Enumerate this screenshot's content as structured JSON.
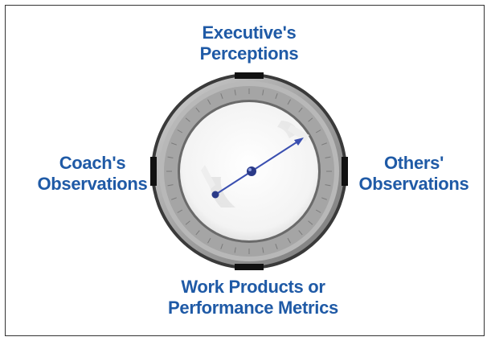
{
  "labels": {
    "top": [
      "Executive's",
      "Perceptions"
    ],
    "left": [
      "Coach's",
      "Observations"
    ],
    "right": [
      "Others'",
      "Observations"
    ],
    "bottom": [
      "Work Products or",
      "Performance Metrics"
    ]
  },
  "colors": {
    "label_text": "#1f5aa6",
    "needle": "#3a4fb0",
    "bezel_dark": "#3c3c3c",
    "marker": "#111111"
  },
  "icons": {
    "dial": "compass-dial-icon",
    "needle": "needle-icon"
  }
}
